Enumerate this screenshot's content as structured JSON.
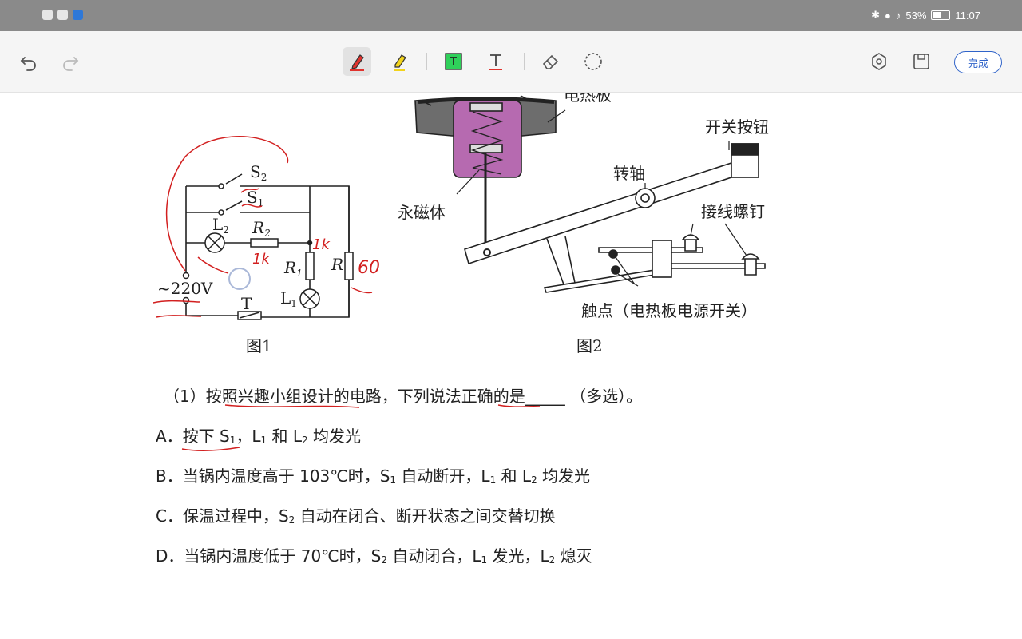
{
  "status_bar": {
    "battery": "53%",
    "battery_level": 0.53,
    "time": "11:07"
  },
  "toolbar": {
    "done_label": "完成"
  },
  "figure1": {
    "caption": "图1",
    "labels": {
      "s2": "S",
      "s2_sub": "2",
      "s1": "S",
      "s1_sub": "1",
      "l2": "L",
      "l2_sub": "2",
      "r2": "R",
      "r2_sub": "2",
      "r1": "R",
      "r1_sub": "1",
      "r": "R",
      "l1": "L",
      "l1_sub": "1",
      "voltage": "~220V",
      "t": "T"
    },
    "handwritten": {
      "r2_note": "1k",
      "r1_note": "1k",
      "r_note": "60"
    }
  },
  "figure2": {
    "caption": "图2",
    "labels": {
      "heating_plate": "电热板",
      "switch_button": "开关按钮",
      "shaft": "转轴",
      "magnet": "永磁体",
      "screw": "接线螺钉",
      "contact": "触点（电热板电源开关）"
    }
  },
  "question": {
    "stem_prefix": "（1）按照兴趣小组设计的电路，下列说法正确的是",
    "blank": "_____",
    "stem_suffix": "（多选）。",
    "options": [
      {
        "letter": "A．",
        "p1": "按下 S",
        "s1": "1",
        "p2": "，L",
        "s2": "1",
        "p3": " 和 L",
        "s3": "2",
        "p4": " 均发光"
      },
      {
        "letter": "B．",
        "p1": "当锅内温度高于 103℃时，S",
        "s1": "1",
        "p2": " 自动断开，L",
        "s2": "1",
        "p3": " 和 L",
        "s3": "2",
        "p4": " 均发光"
      },
      {
        "letter": "C．",
        "p1": "保温过程中，S",
        "s1": "2",
        "p2": " 自动在闭合、断开状态之间交替切换",
        "s2": "",
        "p3": "",
        "s3": "",
        "p4": ""
      },
      {
        "letter": "D．",
        "p1": "当锅内温度低于 70℃时，S",
        "s1": "2",
        "p2": " 自动闭合，L",
        "s2": "1",
        "p3": " 发光，L",
        "s3": "2",
        "p4": " 熄灭"
      }
    ]
  }
}
